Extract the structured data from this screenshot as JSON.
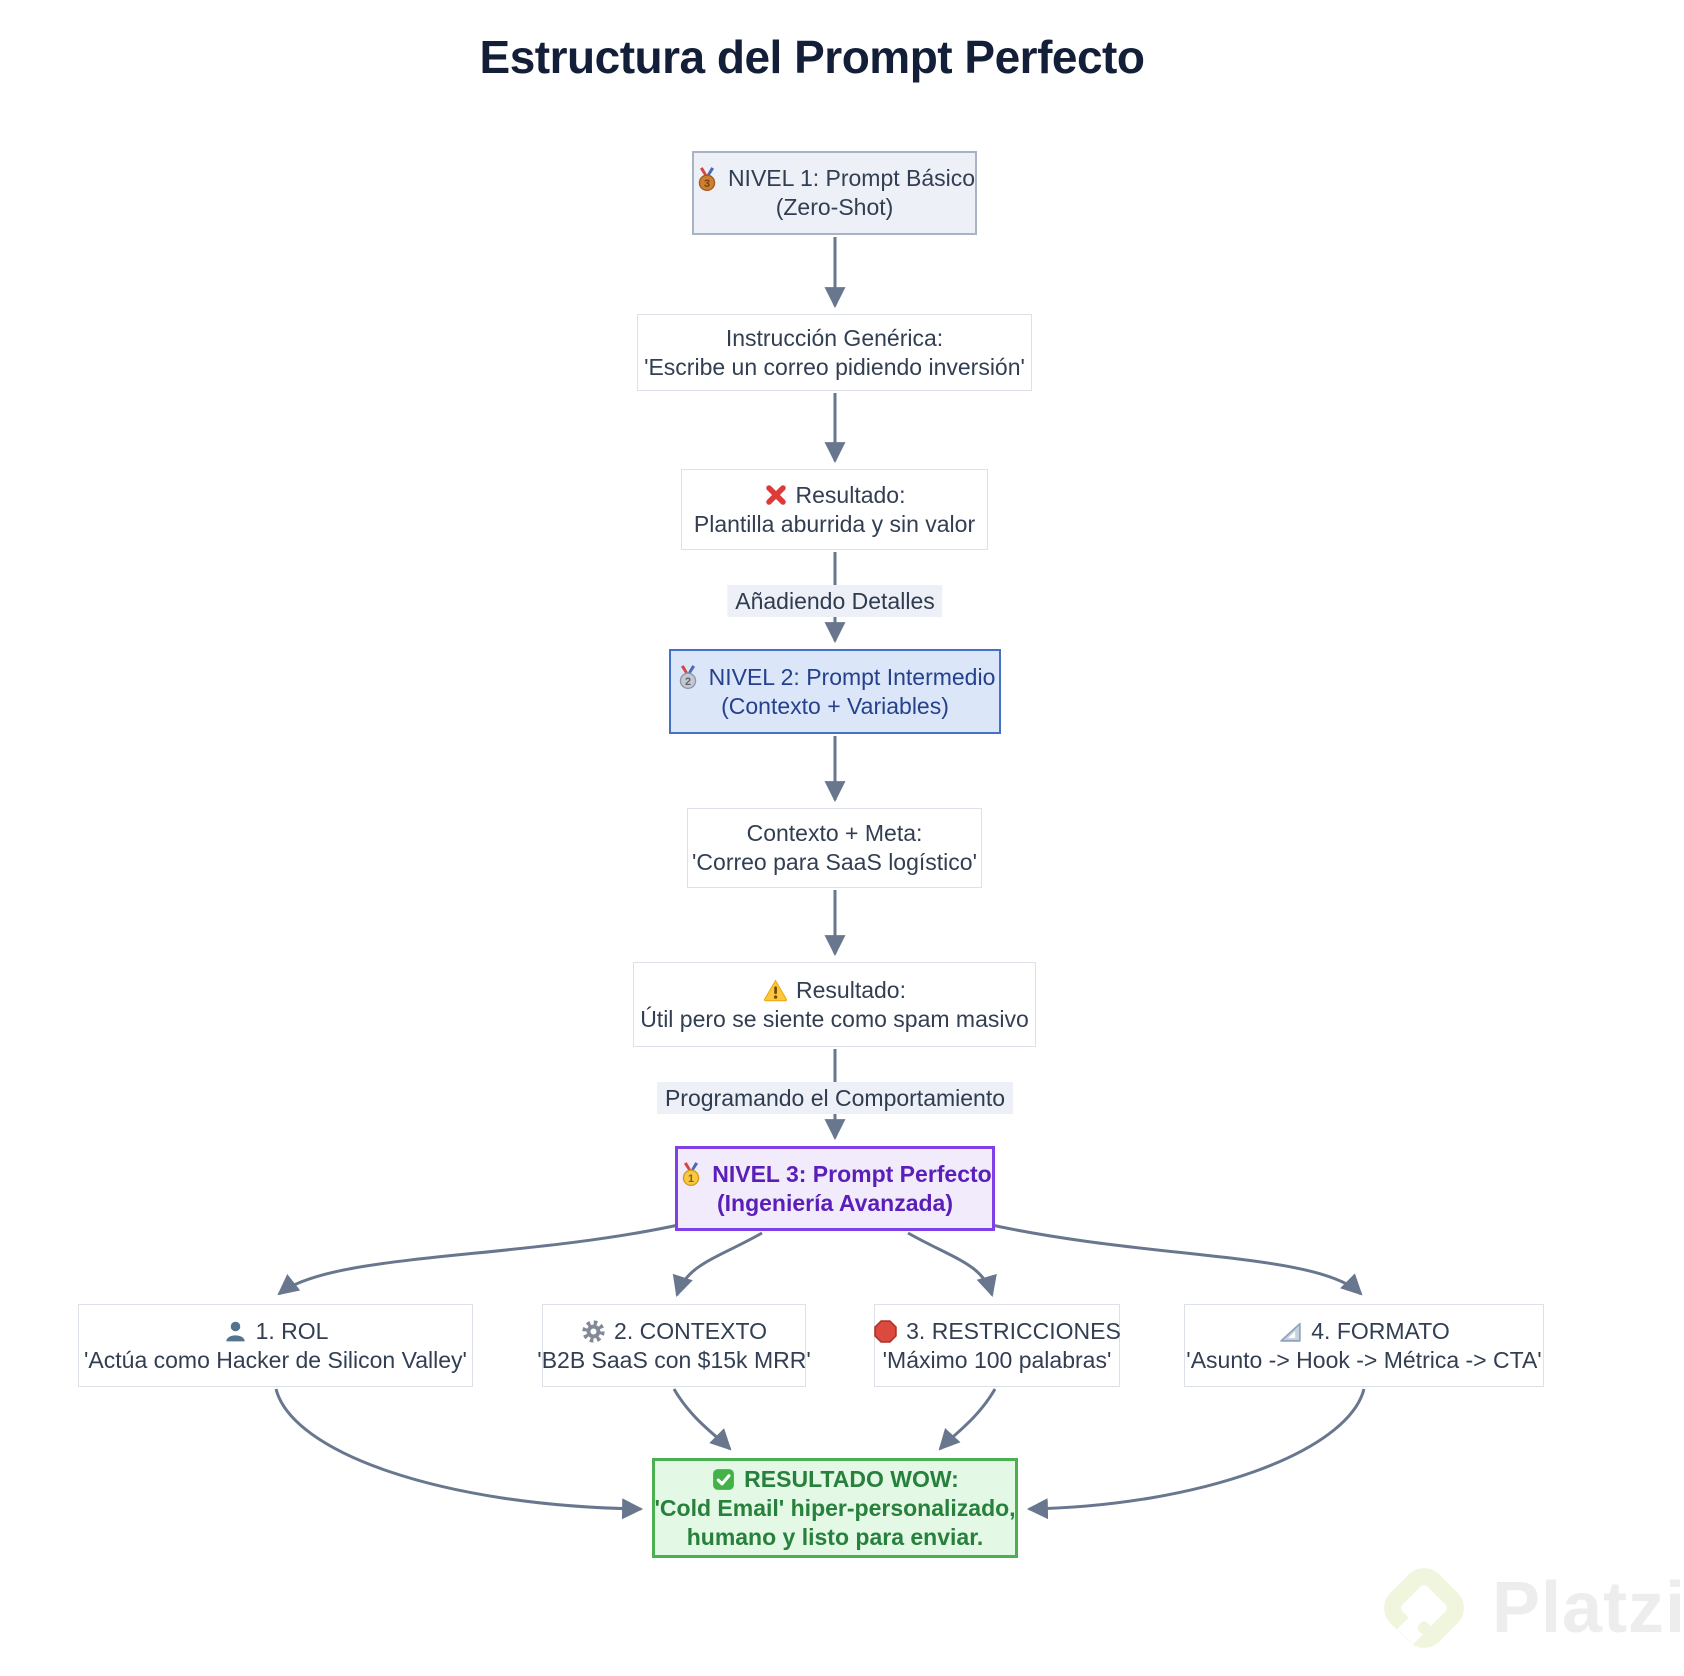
{
  "title": "Estructura del Prompt Perfecto",
  "nodes": {
    "nivel1": {
      "icon": "bronze-medal-icon",
      "line1": "NIVEL 1: Prompt Básico",
      "line2": "(Zero-Shot)"
    },
    "instruccion": {
      "line1": "Instrucción Genérica:",
      "line2": "'Escribe un correo pidiendo inversión'"
    },
    "resultado1": {
      "icon": "cross-mark-icon",
      "line1": "Resultado:",
      "line2": "Plantilla aburrida y sin valor"
    },
    "nivel2": {
      "icon": "silver-medal-icon",
      "line1": "NIVEL 2: Prompt Intermedio",
      "line2": "(Contexto + Variables)"
    },
    "contexto_meta": {
      "line1": "Contexto + Meta:",
      "line2": "'Correo para SaaS logístico'"
    },
    "resultado2": {
      "icon": "warning-icon",
      "line1": "Resultado:",
      "line2": "Útil pero se siente como spam masivo"
    },
    "nivel3": {
      "icon": "gold-medal-icon",
      "line1": "NIVEL 3: Prompt Perfecto",
      "line2": "(Ingeniería Avanzada)"
    },
    "rol": {
      "icon": "person-icon",
      "line1": "1. ROL",
      "line2": "'Actúa como Hacker de Silicon Valley'"
    },
    "contexto": {
      "icon": "gear-icon",
      "line1": "2. CONTEXTO",
      "line2": "'B2B SaaS con $15k MRR'"
    },
    "restricciones": {
      "icon": "stop-sign-icon",
      "line1": "3. RESTRICCIONES",
      "line2": "'Máximo 100 palabras'"
    },
    "formato": {
      "icon": "triangular-ruler-icon",
      "line1": "4. FORMATO",
      "line2": "'Asunto -> Hook -> Métrica -> CTA'"
    },
    "resultado_wow": {
      "icon": "check-box-icon",
      "line1": "RESULTADO WOW:",
      "line2": "'Cold Email' hiper-personalizado,",
      "line3": "humano y listo para enviar."
    }
  },
  "edge_labels": {
    "adding_details": "Añadiendo Detalles",
    "programming_behavior": "Programando el Comportamiento"
  },
  "watermark": {
    "brand": "Platzi"
  },
  "colors": {
    "arrow": "#68778e",
    "default_node_border": "#dce1e9",
    "level1_fill": "#edf0f7",
    "level1_border": "#a9b3c6",
    "level2_fill": "#dbe6f8",
    "level2_border": "#4571c4",
    "level2_text": "#26418c",
    "level3_fill": "#f1ebfc",
    "level3_border": "#8040e8",
    "level3_text": "#5a1fb8",
    "wow_fill": "#e3f8e5",
    "wow_border": "#4cb052",
    "wow_text": "#27803b",
    "text": "#323e52",
    "title_text": "#131f38"
  }
}
